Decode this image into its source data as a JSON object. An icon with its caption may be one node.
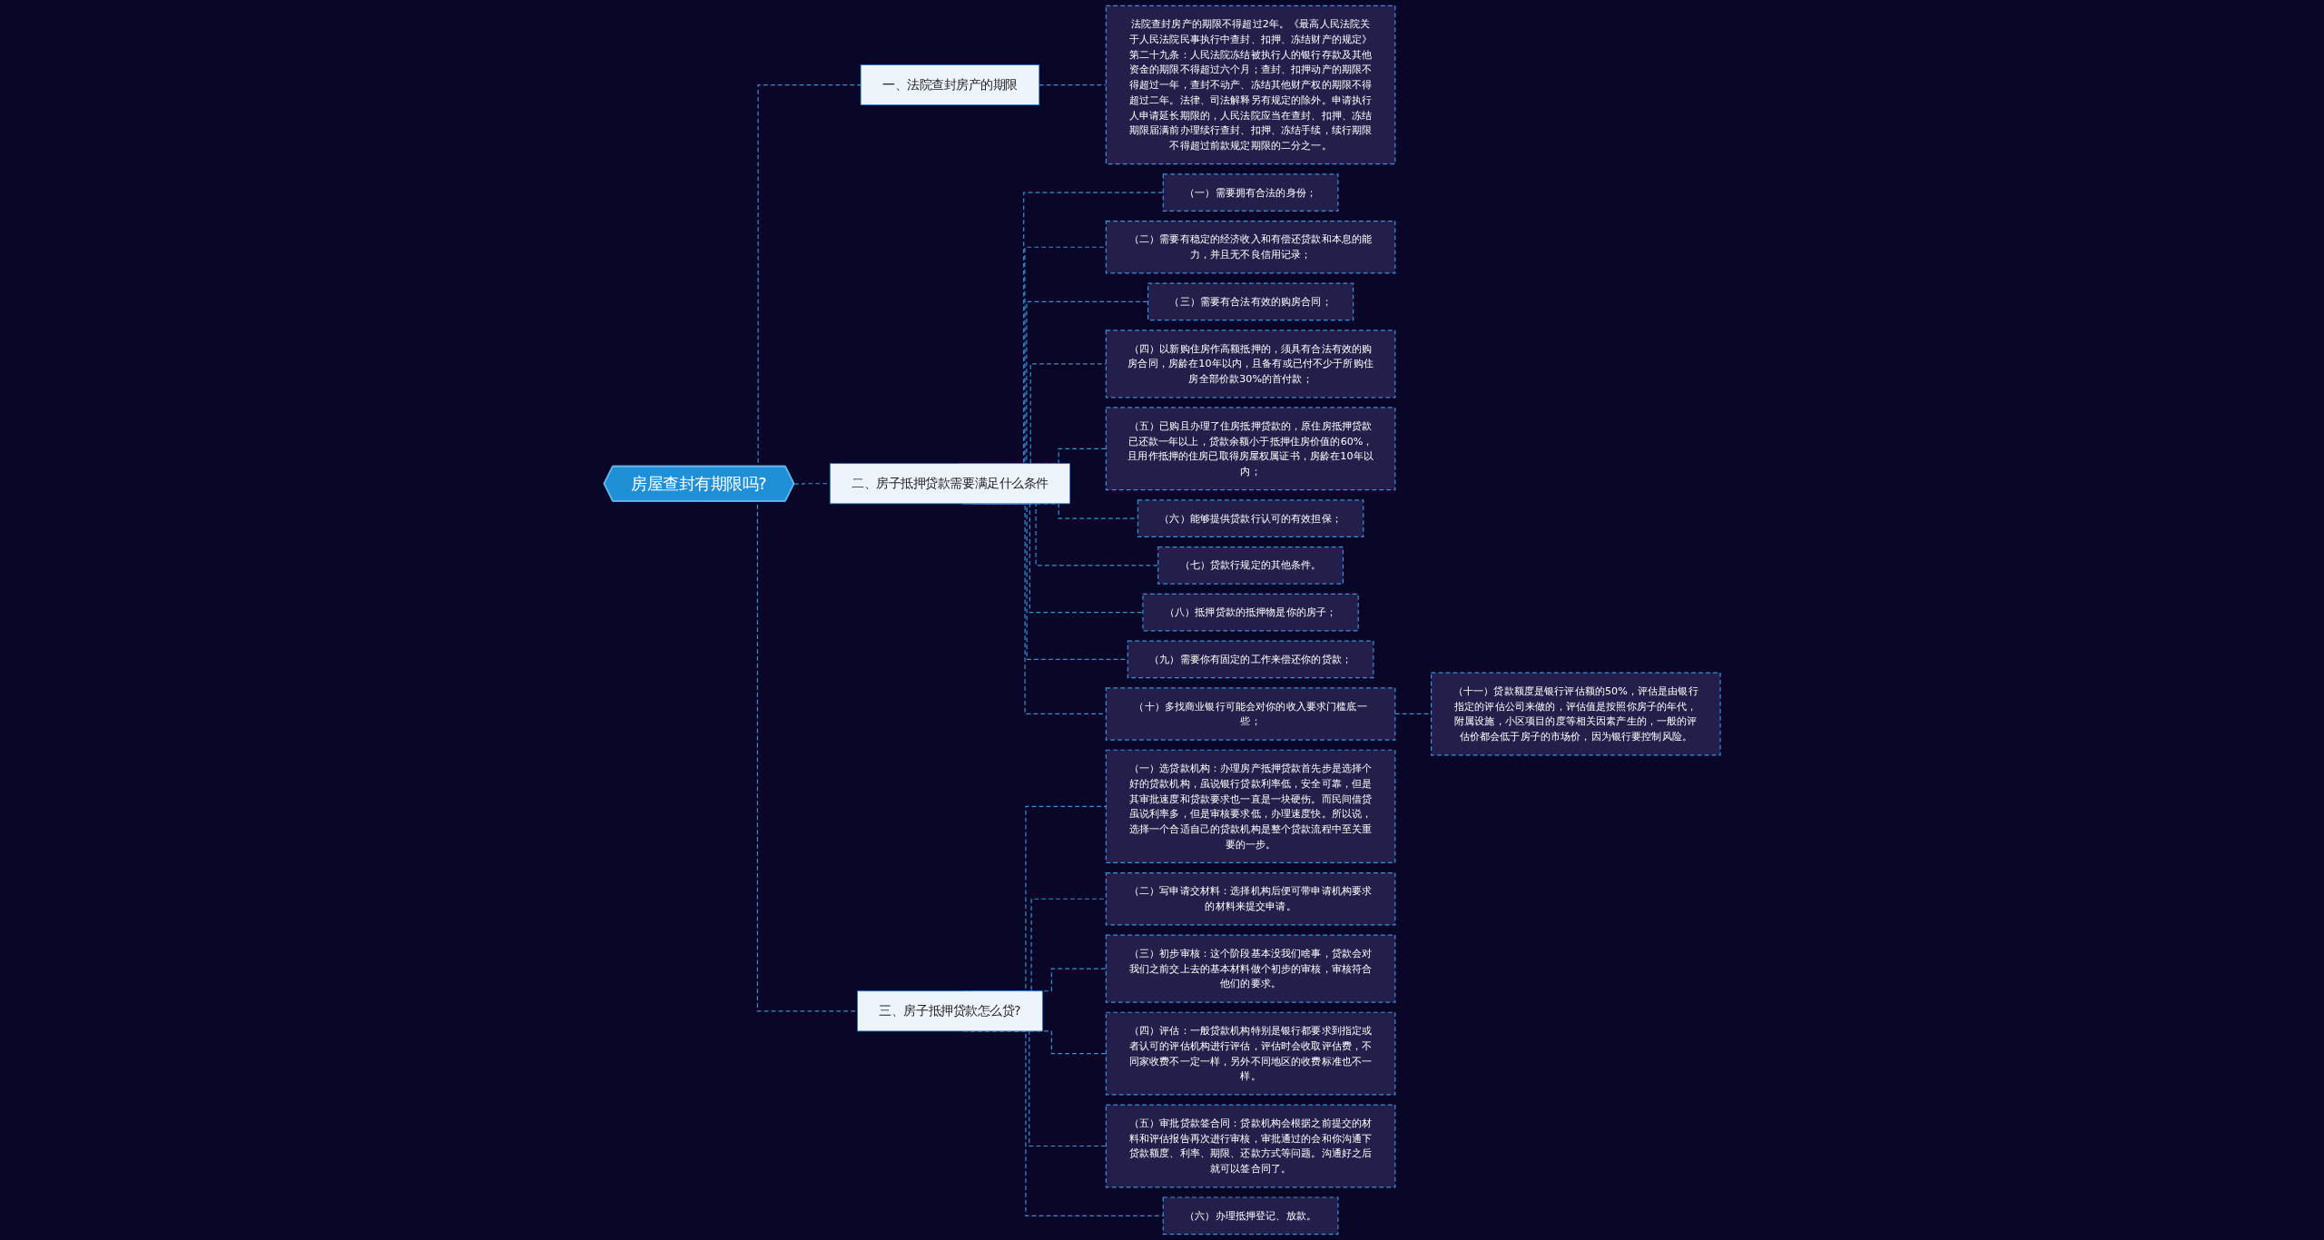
{
  "diagram": {
    "nodes": [
      {
        "text": [
          "房屋查封有期限吗?"
        ]
      },
      {
        "text": [
          "一、法院查封房产的期限"
        ]
      },
      {
        "text": [
          "法院查封房产的期限不得超过2年。《最高人民法院关于人民法院民事执行中查封、扣押、冻结财产的规定》第二十九条：人民法院冻结被执行人的银行存款及其他资金的期限不得超过六个月；查封、扣押动产的期限不得超过一年，查封不动产、冻结其他财产权的期限不得超过二年。法律、司法解释另有规定的除外。申请执行人申请延长期限的，人民法院应当在查封、扣押、冻结期限届满前办理续行查封、扣押、冻结手续，续行期限不得超过前款规定期限的二分之一。"
        ]
      },
      {
        "text": [
          "二、房子抵押贷款需要满足什么条件"
        ]
      },
      {
        "text": [
          "（一）需要拥有合法的身份；"
        ]
      },
      {
        "text": [
          "（二）需要有稳定的经济收入和有偿还贷款和本息的能力，并且无不良信用记录；"
        ]
      },
      {
        "text": [
          "（三）需要有合法有效的购房合同；"
        ]
      },
      {
        "text": [
          "（四）以新购住房作高额抵押的，须具有合法有效的购房合同，房龄在10年以内，且备有或已付不少于所购住房全部价款30%的首付款；"
        ]
      },
      {
        "text": [
          "（五）已购且办理了住房抵押贷款的，原住房抵押贷款已还款一年以上，贷款余额小于抵押住房价值的60%，且用作抵押的住房已取得房屋权属证书，房龄在10年以内；"
        ]
      },
      {
        "text": [
          "（六）能够提供贷款行认可的有效担保；"
        ]
      },
      {
        "text": [
          "（七）贷款行规定的其他条件。"
        ]
      },
      {
        "text": [
          "（八）抵押贷款的抵押物是你的房子；"
        ]
      },
      {
        "text": [
          "（九）需要你有固定的工作来偿还你的贷款；"
        ]
      },
      {
        "text": [
          "（十）多找商业银行可能会对你的收入要求门槛底一些；"
        ]
      },
      {
        "text": [
          "（十一）贷款额度是银行评估额的50%，评估是由银行指定的评估公司来做的，评估值是按照你房子的年代，附属设施，小区项目的度等相关因素产生的，一般的评估价都会低于房子的市场价，因为银行要控制风险。"
        ]
      },
      {
        "text": [
          "三、房子抵押贷款怎么贷?"
        ]
      },
      {
        "text": [
          "（一）选贷款机构：办理房产抵押贷款首先步是选择个好的贷款机构，虽说银行贷款利率低，安全可靠，但是其审批速度和贷款要求也一直是一块硬伤。而民间借贷虽说利率多，但是审核要求低，办理速度快。所以说，选择一个合适自己的贷款机构是整个贷款流程中至关重要的一步。"
        ]
      },
      {
        "text": [
          "（二）写申请交材料：选择机构后便可带申请机构要求的材料来提交申请。"
        ]
      },
      {
        "text": [
          "（三）初步审核：这个阶段基本没我们啥事，贷款会对我们之前交上去的基本材料做个初步的审核，审核符合他们的要求。"
        ]
      },
      {
        "text": [
          "（四）评估：一般贷款机构特别是银行都要求到指定或者认可的评估机构进行评估，评估时会收取评估费，不同家收费不一定一样，另外不同地区的收费标准也不一样。"
        ]
      },
      {
        "text": [
          "（五）审批贷款签合同：贷款机构会根据之前提交的材料和评估报告再次进行审核，审批通过的会和你沟通下贷款额度、利率、期限、还款方式等问题。沟通好之后就可以签合同了。"
        ]
      },
      {
        "text": [
          "（六）办理抵押登记、放款。"
        ]
      }
    ],
    "edges": [
      {
        "from": 0,
        "to": 1,
        "arrow": "none",
        "style": "dashed"
      },
      {
        "from": 1,
        "to": 2,
        "arrow": "none",
        "style": "dashed"
      },
      {
        "from": 0,
        "to": 3,
        "arrow": "none",
        "style": "dashed"
      },
      {
        "from": 3,
        "to": 4,
        "arrow": "none",
        "style": "dashed"
      },
      {
        "from": 3,
        "to": 5,
        "arrow": "none",
        "style": "dashed"
      },
      {
        "from": 3,
        "to": 6,
        "arrow": "none",
        "style": "dashed"
      },
      {
        "from": 3,
        "to": 7,
        "arrow": "none",
        "style": "dashed"
      },
      {
        "from": 3,
        "to": 8,
        "arrow": "none",
        "style": "dashed"
      },
      {
        "from": 3,
        "to": 9,
        "arrow": "none",
        "style": "dashed"
      },
      {
        "from": 3,
        "to": 10,
        "arrow": "none",
        "style": "dashed"
      },
      {
        "from": 3,
        "to": 11,
        "arrow": "none",
        "style": "dashed"
      },
      {
        "from": 3,
        "to": 12,
        "arrow": "none",
        "style": "dashed"
      },
      {
        "from": 3,
        "to": 13,
        "arrow": "none",
        "style": "dashed"
      },
      {
        "from": 13,
        "to": 14,
        "arrow": "none",
        "style": "dashed"
      },
      {
        "from": 0,
        "to": 15,
        "arrow": "none",
        "style": "dashed"
      },
      {
        "from": 15,
        "to": 16,
        "arrow": "none",
        "style": "dashed"
      },
      {
        "from": 15,
        "to": 17,
        "arrow": "none",
        "style": "dashed"
      },
      {
        "from": 15,
        "to": 18,
        "arrow": "none",
        "style": "dashed"
      },
      {
        "from": 15,
        "to": 19,
        "arrow": "none",
        "style": "dashed"
      },
      {
        "from": 15,
        "to": 20,
        "arrow": "none",
        "style": "dashed"
      },
      {
        "from": 15,
        "to": 21,
        "arrow": "none",
        "style": "dashed"
      }
    ]
  }
}
